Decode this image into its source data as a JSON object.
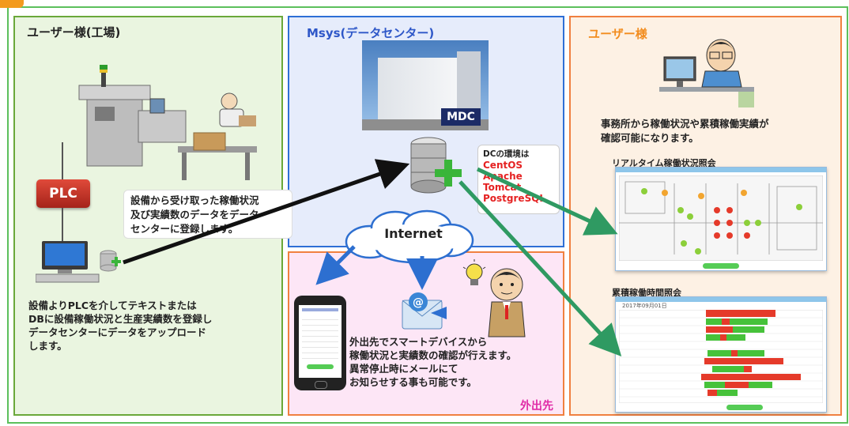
{
  "panels": {
    "factory": {
      "title": "ユーザー様(工場)",
      "plc_label": "PLC",
      "upload_text_lines": [
        "設備よりPLCを介してテキストまたは",
        "DBに設備稼働状況と生産実績数を登録し",
        "データセンターにデータをアップロード",
        "します。"
      ],
      "callout_lines": [
        "設備から受け取った稼働状況",
        "及び実績数のデータをデータ",
        "センターに登録します。"
      ]
    },
    "datacenter": {
      "title": "Msys(データセンター)",
      "building_logo": "MDC",
      "env_title": "DCの環境は",
      "env_items": [
        "CentOS",
        "Apache",
        "Tomcat",
        "PostgreSQL"
      ],
      "internet_label": "Internet"
    },
    "outside": {
      "title": "外出先",
      "text_lines": [
        "外出先でスマートデバイスから",
        "稼働状況と実績数の確認が行えます。",
        "異常停止時にメールにて",
        "お知らせする事も可能です。"
      ]
    },
    "customer": {
      "title": "ユーザー様",
      "text_lines": [
        "事務所から稼働状況や累積稼働実績が",
        "確認可能になります。"
      ],
      "realtime_title": "リアルタイム稼働状況照会",
      "cumulative_title": "累積稼働時間照会",
      "cumulative_date": "2017年09月01日"
    }
  },
  "colors": {
    "green_border": "#5cc05c",
    "blue_border": "#2e6fd6",
    "orange_border": "#f08040",
    "env_red": "#e52222",
    "accent_orange": "#f28c1e"
  }
}
